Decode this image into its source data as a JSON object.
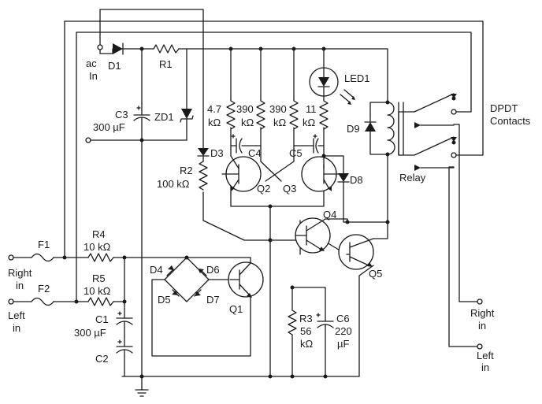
{
  "labels": {
    "ac_in": [
      "ac",
      "In"
    ],
    "d1": "D1",
    "r1": "R1",
    "c3": [
      "C3",
      "300 µF"
    ],
    "zd1": "ZD1",
    "d3": "D3",
    "r2": [
      "R2",
      "100 kΩ"
    ],
    "res47": [
      "4.7",
      "kΩ"
    ],
    "res390a": [
      "390",
      "kΩ"
    ],
    "res390b": [
      "390",
      "kΩ"
    ],
    "res11": [
      "11",
      "kΩ"
    ],
    "c4": "C4",
    "c5": "C5",
    "q2": "Q2",
    "q3": "Q3",
    "d8": "D8",
    "led1": "LED1",
    "d9": "D9",
    "relay": "Relay",
    "dpdt": [
      "DPDT",
      "Contacts"
    ],
    "q4": "Q4",
    "q5": "Q5",
    "f1": "F1",
    "f2": "F2",
    "r4": [
      "R4",
      "10 kΩ"
    ],
    "r5": [
      "R5",
      "10 kΩ"
    ],
    "right_in": [
      "Right",
      "in"
    ],
    "left_in": [
      "Left",
      "in"
    ],
    "c1": [
      "C1",
      "300 µF"
    ],
    "c2": "C2",
    "d4": "D4",
    "d5": "D5",
    "d6": "D6",
    "d7": "D7",
    "q1": "Q1",
    "r3": [
      "R3",
      "56",
      "kΩ"
    ],
    "c6": [
      "C6",
      "220",
      "µF"
    ],
    "right_out": [
      "Right",
      "in"
    ],
    "left_out": [
      "Left",
      "in"
    ]
  }
}
